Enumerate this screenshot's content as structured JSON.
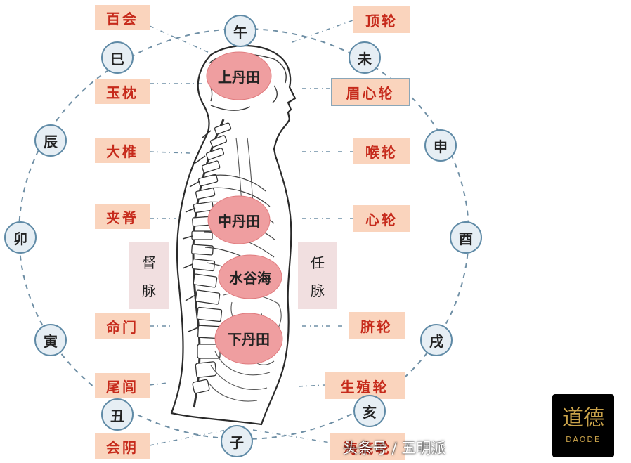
{
  "earthly_branches": {
    "wu": "午",
    "wei": "未",
    "shen": "申",
    "you": "酉",
    "xu": "戌",
    "hai": "亥",
    "zi": "子",
    "chou": "丑",
    "yin": "寅",
    "mao": "卯",
    "chen": "辰",
    "si": "巳"
  },
  "left_labels": {
    "baihui": "百会",
    "yuzhen": "玉枕",
    "dazhui": "大椎",
    "jiaji": "夹脊",
    "mingmen": "命门",
    "weilv": "尾闾",
    "huiyin": "会阴"
  },
  "right_labels": {
    "dinglun": "顶轮",
    "meixinlun": "眉心轮",
    "houlun": "喉轮",
    "xinlun": "心轮",
    "qilun": "脐轮",
    "shengzhilun": "生殖轮",
    "hai_bottom": "海底轮"
  },
  "vessels": {
    "du": [
      "督",
      "脉"
    ],
    "ren": [
      "任",
      "脉"
    ]
  },
  "centers": {
    "upper": "上丹田",
    "middle": "中丹田",
    "stomach": "水谷海",
    "lower": "下丹田"
  },
  "logo": {
    "glyphs": "道德",
    "latin": "DAODE"
  },
  "watermark": "头条号 / 五明派",
  "colors": {
    "label_bg": "#fad4bd",
    "label_text": "#c62a1b",
    "node_border": "#5f8aa6",
    "center_fill": "#ef9ea0",
    "vessel_bg": "#f1dfe0",
    "dash": "#6f8fa5"
  }
}
